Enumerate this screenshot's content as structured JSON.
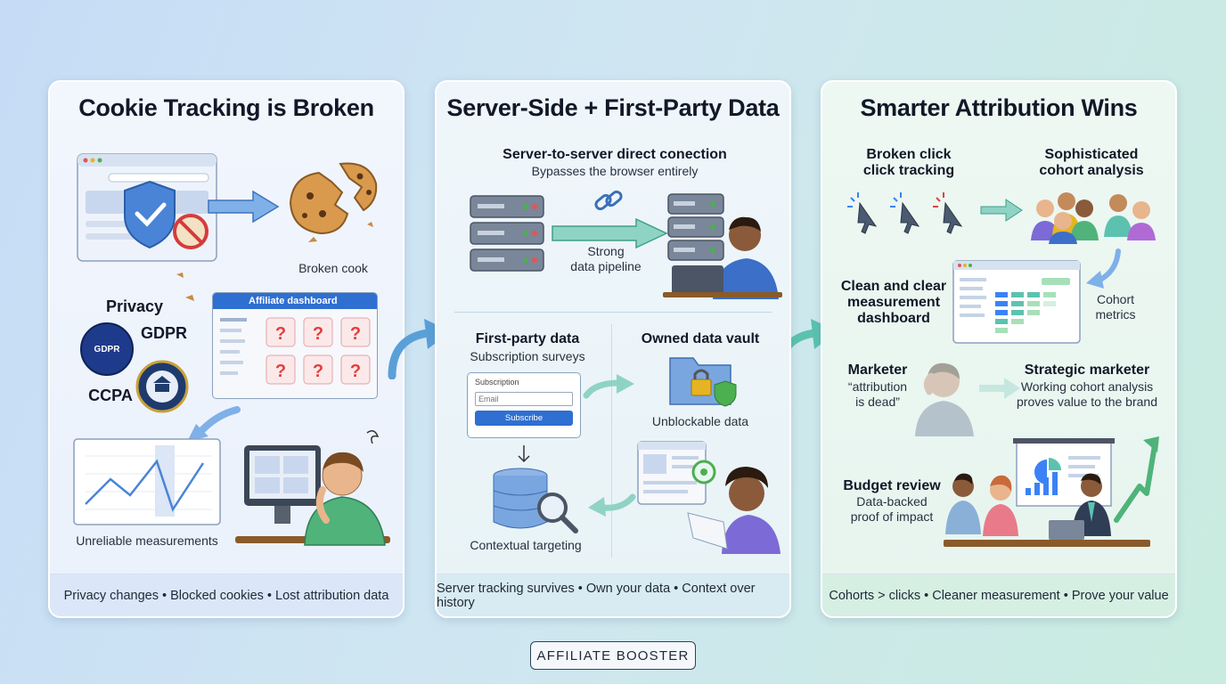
{
  "panels": [
    {
      "title": "Cookie Tracking is Broken",
      "labels": {
        "broken_cookie": "Broken cook",
        "privacy": "Privacy",
        "gdpr": "GDPR",
        "ccpa": "CCPA",
        "gdpr_badge": "GDPR",
        "dashboard_title": "Affiliate dashboard",
        "unreliable": "Unreliable measurements"
      },
      "footer": "Privacy changes • Blocked cookies • Lost attribution data"
    },
    {
      "title": "Server-Side + First-Party Data",
      "labels": {
        "s2s_title": "Server-to-server direct conection",
        "s2s_sub": "Bypasses the browser entirely",
        "pipeline_1": "Strong",
        "pipeline_2": "data pipeline",
        "fp_title": "First-party data",
        "fp_sub": "Subscription surveys",
        "form_title": "Subscription",
        "form_placeholder": "Email",
        "form_button": "Subscribe",
        "vault_title": "Owned data vault",
        "vault_sub": "Unblockable data",
        "contextual": "Contextual targeting"
      },
      "footer": "Server tracking survives • Own your data • Context over history"
    },
    {
      "title": "Smarter Attribution Wins",
      "labels": {
        "broken_click_1": "Broken click",
        "broken_click_2": "click tracking",
        "cohort_1": "Sophisticated",
        "cohort_2": "cohort analysis",
        "clean_1": "Clean and clear",
        "clean_2": "measurement",
        "clean_3": "dashboard",
        "cohort_metrics_1": "Cohort",
        "cohort_metrics_2": "metrics",
        "marketer_1": "Marketer",
        "marketer_2": "“attribution",
        "marketer_3": "is dead”",
        "strategic_1": "Strategic marketer",
        "strategic_2": "Working cohort analysis",
        "strategic_3": "proves value to the brand",
        "budget_1": "Budget review",
        "budget_2": "Data-backed",
        "budget_3": "proof of impact"
      },
      "footer": "Cohorts > clicks • Cleaner measurement • Prove your value"
    }
  ],
  "brand": "AFFILIATE BOOSTER",
  "colors": {
    "accent_blue": "#3b82f6",
    "accent_teal": "#5cc2b0",
    "error_red": "#e53e3e"
  }
}
